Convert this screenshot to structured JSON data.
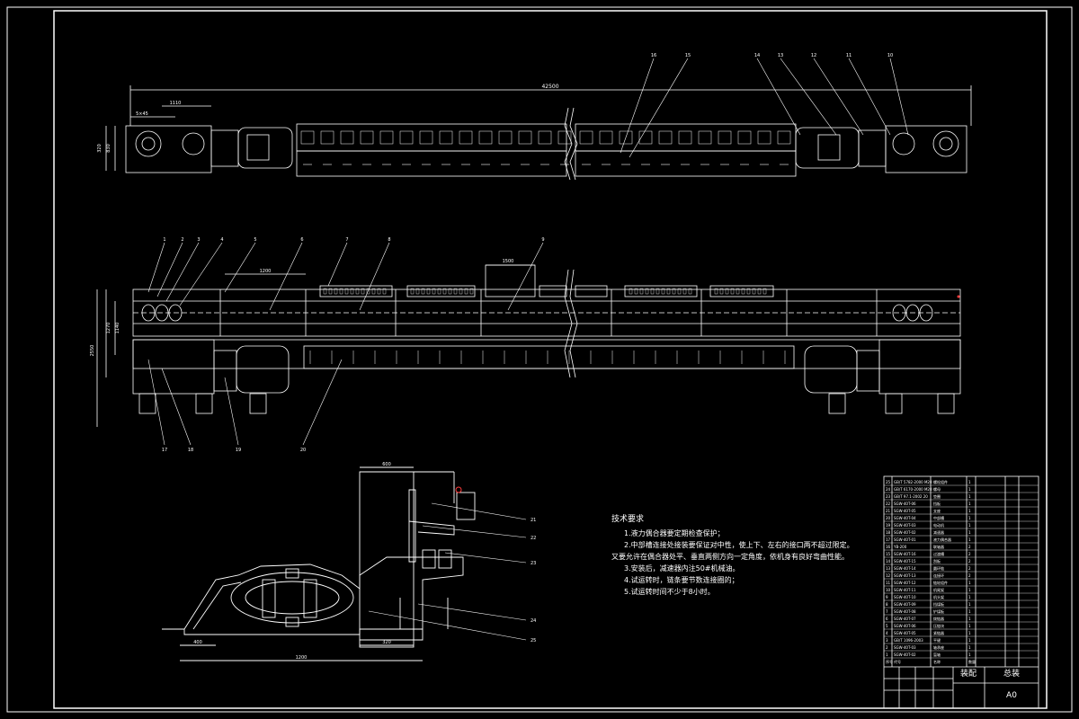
{
  "window": {
    "title": "Chain conveyor assembly drawing"
  },
  "colors": {
    "background": "#000000",
    "line": "#ffffff",
    "accent": "#ff3b3b"
  },
  "top_view": {
    "overall_dim": "42500",
    "left_dims": [
      "320",
      "830"
    ],
    "small_dims": [
      "5×45",
      "1110"
    ],
    "balloons": [
      "16",
      "15",
      "14",
      "13",
      "12",
      "11",
      "10"
    ]
  },
  "elevation_view": {
    "width_dim": "1200",
    "span_dim": "1500",
    "left_dims": [
      "1270",
      "1140",
      "2550"
    ],
    "balloons_top": [
      "1",
      "2",
      "3",
      "4",
      "5",
      "6",
      "7",
      "8",
      "9"
    ],
    "balloons_bottom": [
      "17",
      "18",
      "19",
      "20"
    ]
  },
  "section_view": {
    "dims": [
      "600",
      "400",
      "320",
      "1200"
    ],
    "balloons": [
      "21",
      "22",
      "23",
      "24",
      "25"
    ]
  },
  "notes": {
    "title": "技术要求",
    "items": [
      "1.液力偶合器要定期检查保护；",
      "2.中部槽连接处接装要保证对中性，使上下、左右的接口两不超过限定。",
      "又要允许在偶合器处平、垂直两侧方向一定角度，依机身有良好弯曲性能。",
      "3.安装后，减速器内注50#机械油。",
      "4.试运转时，链条要节数连接圈的；",
      "5.试运转时间不少于8小时。"
    ]
  },
  "title_block": {
    "drawing_name": "装配",
    "label_total": "总装",
    "sheet": "A0",
    "rows": [
      [
        "25",
        "GB/T 5782-2000 M20",
        "螺栓组件",
        "1"
      ],
      [
        "24",
        "GB/T 6170-2000 M20",
        "螺母",
        "1"
      ],
      [
        "23",
        "GB/T 97.1-2002 20",
        "垫圈",
        "1"
      ],
      [
        "22",
        "SGW-40T-06",
        "挡板",
        "1"
      ],
      [
        "21",
        "SGW-40T-05",
        "支座",
        "1"
      ],
      [
        "20",
        "SGW-40T-04",
        "中部槽",
        "1"
      ],
      [
        "19",
        "SGW-40T-03",
        "电动机",
        "1"
      ],
      [
        "18",
        "SGW-40T-02",
        "减速器",
        "1"
      ],
      [
        "17",
        "SGW-40T-01",
        "液力偶合器",
        "1"
      ],
      [
        "16",
        "YB-200",
        "联轴器",
        "2"
      ],
      [
        "15",
        "SGW-40T-16",
        "过渡槽",
        "2"
      ],
      [
        "14",
        "SGW-40T-15",
        "刮板",
        "2"
      ],
      [
        "13",
        "SGW-40T-14",
        "圆环链",
        "2"
      ],
      [
        "12",
        "SGW-40T-13",
        "连接环",
        "2"
      ],
      [
        "11",
        "SGW-40T-12",
        "链轮组件",
        "1"
      ],
      [
        "10",
        "SGW-40T-11",
        "机尾架",
        "1"
      ],
      [
        "9",
        "SGW-40T-10",
        "机头架",
        "1"
      ],
      [
        "8",
        "SGW-40T-09",
        "挡煤板",
        "1"
      ],
      [
        "7",
        "SGW-40T-08",
        "铲煤板",
        "1"
      ],
      [
        "6",
        "SGW-40T-07",
        "拨链器",
        "1"
      ],
      [
        "5",
        "SGW-40T-06",
        "压链块",
        "1"
      ],
      [
        "4",
        "SGW-40T-05",
        "紧链器",
        "1"
      ],
      [
        "3",
        "GB/T 1096-2003",
        "平键",
        "1"
      ],
      [
        "2",
        "SGW-40T-03",
        "轴承座",
        "1"
      ],
      [
        "1",
        "SGW-40T-02",
        "盲轴",
        "1"
      ]
    ],
    "header": [
      "序号",
      "代号",
      "名称",
      "数量"
    ]
  }
}
